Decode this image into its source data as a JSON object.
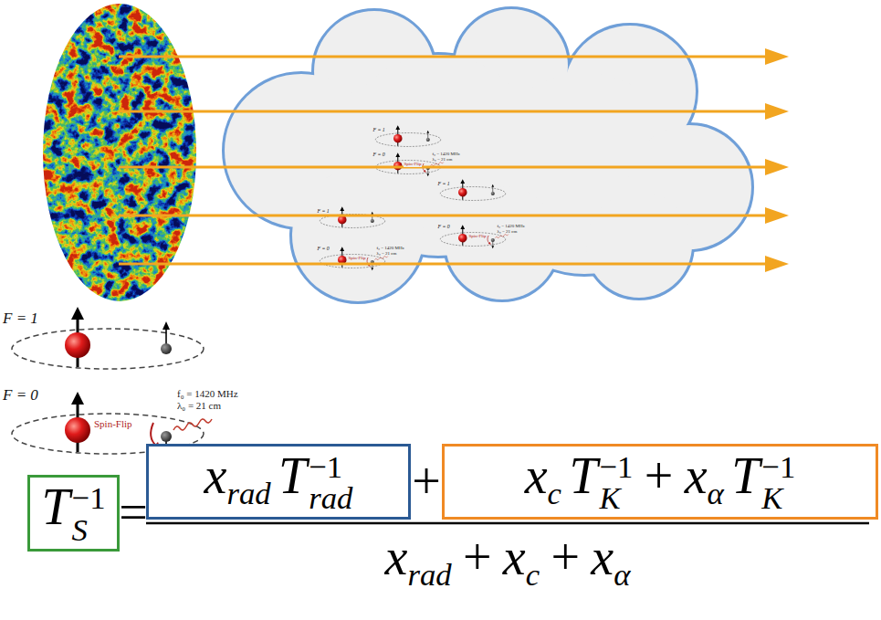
{
  "diagram": {
    "nodes": [
      {
        "text": [
          "T",
          "−1",
          "S"
        ]
      },
      {
        "text": [
          "x",
          "rad",
          "T",
          "−1",
          "rad"
        ]
      },
      {
        "text": [
          "x",
          "c",
          "T",
          "−1",
          "K",
          "+",
          "x",
          "α",
          "T",
          "−1",
          "K"
        ]
      }
    ],
    "labels": [
      "F = 1",
      "F = 0",
      "f₀ = 1420 MHz",
      "λ₀ = 21 cm",
      "Spin-Flip",
      "F = 1",
      "F = 0",
      "f₀ = 1420 MHz",
      "λ₀ = 21 cm",
      "Spin-Flip",
      "F = 1",
      "F = 0",
      "f₀ = 1420 MHz",
      "λ₀ = 21 cm",
      "Spin-Flip",
      "F = 1",
      "F = 0",
      "f₀ = 1420 MHz",
      "λ₀ = 21 cm",
      "Spin-Flip",
      "=",
      "+",
      "x",
      "rad",
      "+",
      "x",
      "c",
      "+",
      "x",
      "α"
    ]
  }
}
